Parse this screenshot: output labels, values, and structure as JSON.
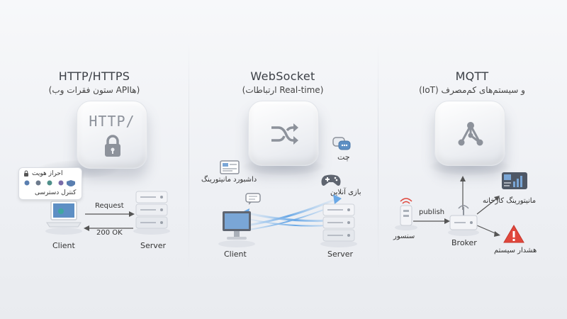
{
  "http": {
    "title": "HTTP/HTTPS",
    "subtitle": "(ستون فقرات وب APIها)",
    "cube_text": "HTTP/",
    "auth_title": "احراز هویت",
    "access_label": "کنترل دسترسی",
    "request_label": "Request",
    "response_label": "200 OK",
    "client_label": "Client",
    "server_label": "Server"
  },
  "websocket": {
    "title": "WebSocket",
    "subtitle": "(ارتباطات Real-time)",
    "dashboard_label": "داشبورد مانیتورینگ",
    "chat_label": "چت",
    "game_label": "بازی آنلاین",
    "client_label": "Client",
    "server_label": "Server"
  },
  "mqtt": {
    "title": "MQTT",
    "subtitle": "(IoT) و سیستم‌های کم‌مصرف",
    "publish_label": "publish",
    "sensor_label": "سنسور",
    "broker_label": "Broker",
    "factory_label": "مانیتورینگ کارخانه",
    "alert_label": "هشدار سیستم"
  },
  "colors": {
    "accent_blue": "#6aa8e6",
    "alert_red": "#e0473c",
    "icon_gray": "#8d929b",
    "text_dark": "#3b3f46"
  },
  "icons": [
    "lock-icon",
    "shuffle-icon",
    "network-hub-icon",
    "chat-icon",
    "gamepad-icon",
    "dashboard-icon",
    "warning-icon",
    "sensor-icon"
  ]
}
